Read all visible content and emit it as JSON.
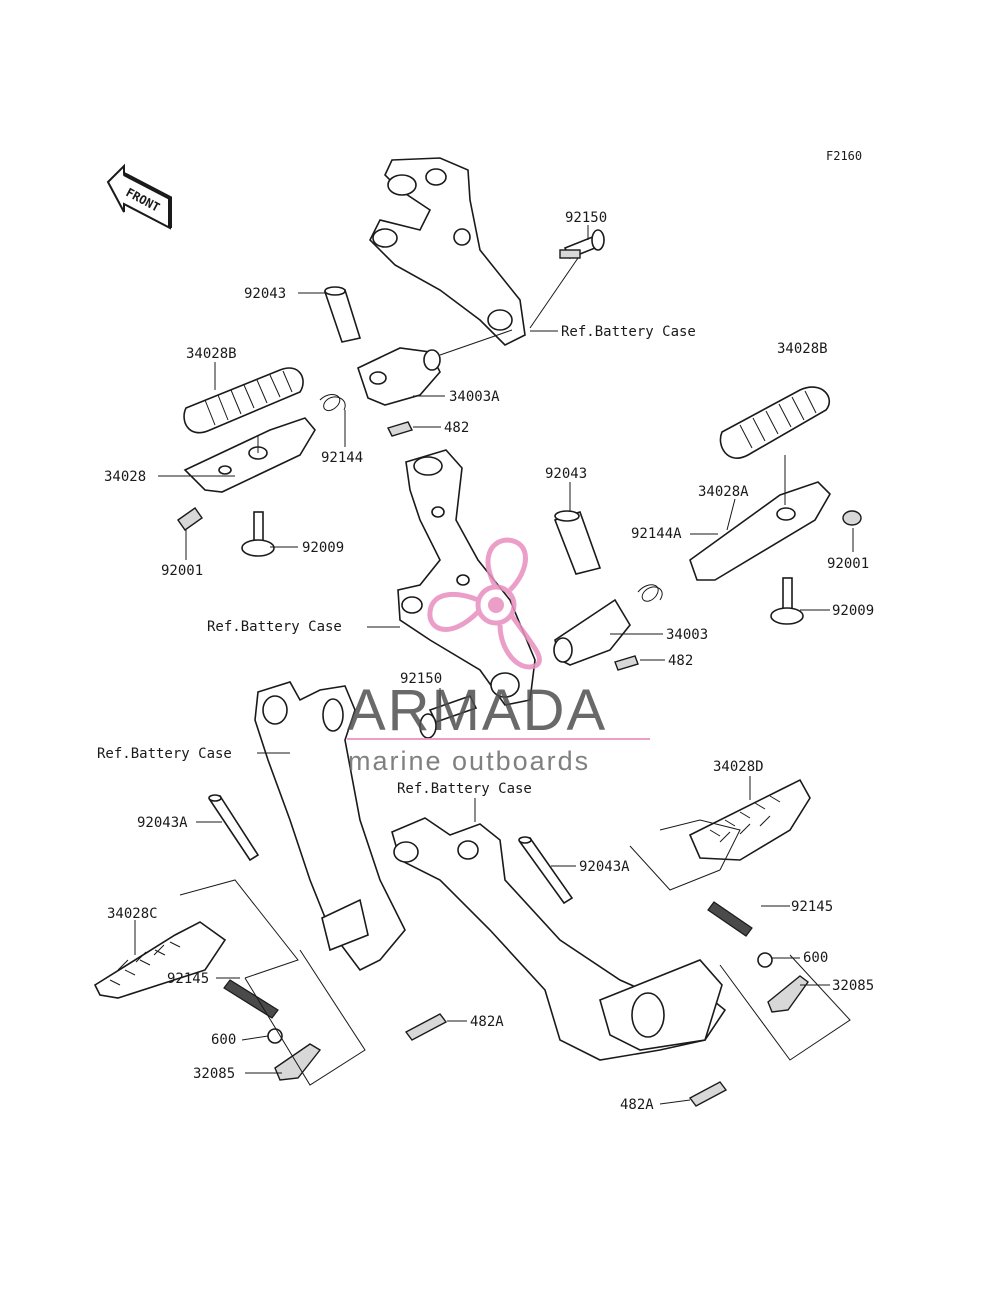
{
  "figure_code": "F2160",
  "front_arrow": {
    "text": "FRONT",
    "icon": "front-arrow-icon"
  },
  "labels": {
    "p92150_top": "92150",
    "p92043_top": "92043",
    "ref_battery_1": "Ref.Battery Case",
    "p34028B_left": "34028B",
    "p34028B_right": "34028B",
    "p34003A": "34003A",
    "p482_top": "482",
    "p92144": "92144",
    "p34028": "34028",
    "p92001_left": "92001",
    "p92009_left": "92009",
    "p92043_mid": "92043",
    "p34028A": "34028A",
    "p92144A": "92144A",
    "p92001_right": "92001",
    "p92009_right": "92009",
    "ref_battery_2": "Ref.Battery Case",
    "p34003": "34003",
    "p482_mid": "482",
    "p92150_mid": "92150",
    "ref_battery_3": "Ref.Battery Case",
    "ref_battery_4": "Ref.Battery Case",
    "p34028D": "34028D",
    "p92043A_left": "92043A",
    "p92043A_right": "92043A",
    "p34028C": "34028C",
    "p92145_right": "92145",
    "p600_right": "600",
    "p32085_right": "32085",
    "p92145_left": "92145",
    "p600_left": "600",
    "p482A_left": "482A",
    "p32085_left": "32085",
    "p482A_bottom": "482A"
  },
  "watermark": {
    "title": "ARMADA",
    "subtitle": "marine outboards",
    "logo_icon": "propeller-logo-icon",
    "accent_color": "#e88fbf",
    "text_color": "#4f4f4f"
  }
}
